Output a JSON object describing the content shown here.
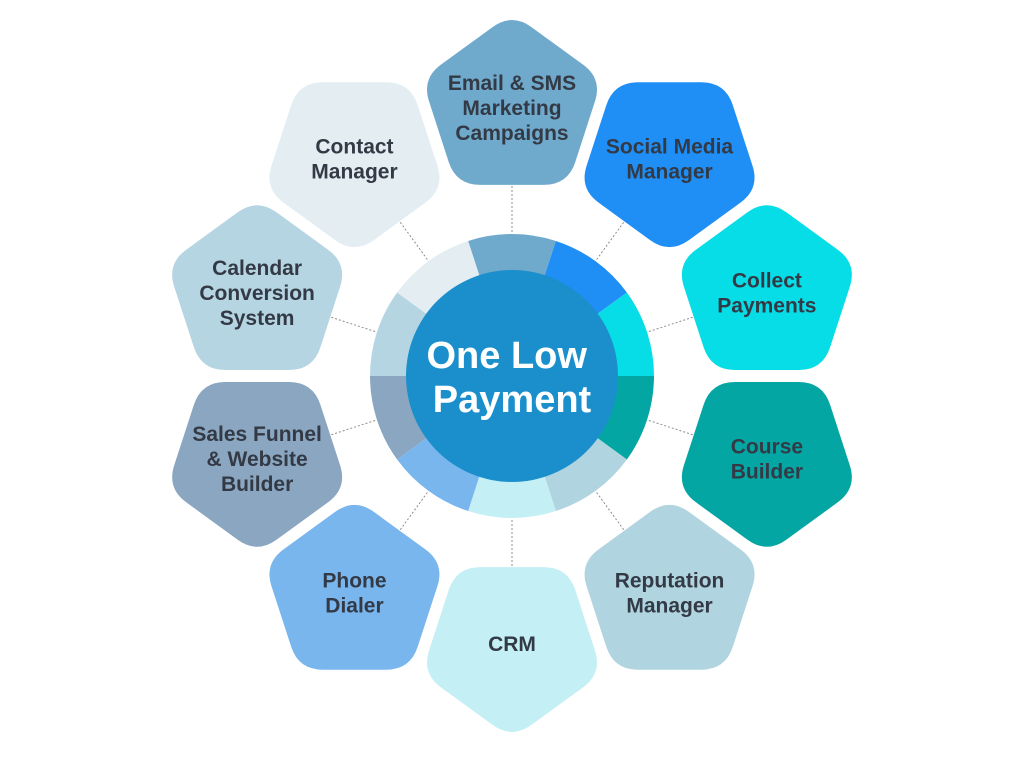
{
  "center": {
    "lines": [
      "One Low",
      "Payment"
    ],
    "color": "#1a8fcc"
  },
  "features": [
    {
      "lines": [
        "Email & SMS",
        "Marketing",
        "Campaigns"
      ],
      "color": "#6fa9cc"
    },
    {
      "lines": [
        "Social Media",
        "Manager"
      ],
      "color": "#1f8ff5"
    },
    {
      "lines": [
        "Collect",
        "Payments"
      ],
      "color": "#06dde6"
    },
    {
      "lines": [
        "Course",
        "Builder"
      ],
      "color": "#04a6a3"
    },
    {
      "lines": [
        "Reputation",
        "Manager"
      ],
      "color": "#b0d4e0"
    },
    {
      "lines": [
        "CRM"
      ],
      "color": "#c3eff5"
    },
    {
      "lines": [
        "Phone",
        "Dialer"
      ],
      "color": "#79b6ee"
    },
    {
      "lines": [
        "Sales Funnel",
        "& Website",
        "Builder"
      ],
      "color": "#8aa6c0"
    },
    {
      "lines": [
        "Calendar",
        "Conversion",
        "System"
      ],
      "color": "#b6d5e3"
    },
    {
      "lines": [
        "Contact",
        "Manager"
      ],
      "color": "#e3edf2"
    }
  ]
}
